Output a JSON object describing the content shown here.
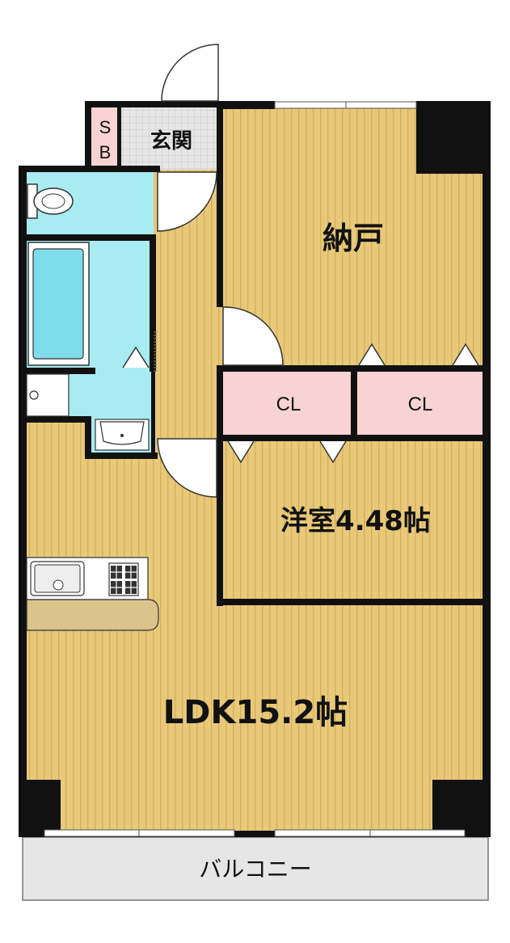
{
  "rooms": {
    "storeroom": {
      "label": "納戸"
    },
    "western_room": {
      "label": "洋室4.48帖"
    },
    "ldk": {
      "label": "LDK15.2帖"
    },
    "entrance": {
      "label": "玄関"
    },
    "shoe_box": {
      "label_top": "S",
      "label_bottom": "B"
    },
    "closet_left": {
      "label": "CL"
    },
    "closet_right": {
      "label": "CL"
    },
    "balcony": {
      "label": "バルコニー"
    }
  },
  "colors": {
    "floor": "#e8c97a",
    "floor_stripe": "#d9b45e",
    "wet_area": "#a8ecf2",
    "closet": "#f9d3d3",
    "shoe_box": "#f9d3d3",
    "entrance_tile": "#e4e4e4",
    "wall": "#111111",
    "balcony": "#e6e6e6",
    "counter": "#dcc38c"
  },
  "icons": [
    "toilet-icon",
    "bathtub-icon",
    "washer-pan-icon",
    "sink-icon",
    "kitchen-sink-icon",
    "stove-icon"
  ]
}
